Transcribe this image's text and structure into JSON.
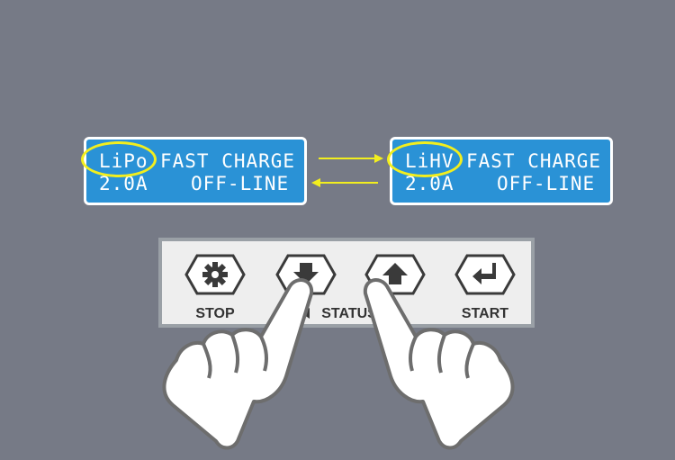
{
  "screen_left": {
    "chemistry": "LiPo",
    "mode": "FAST CHARGE",
    "current": "2.0A",
    "status": "OFF-LINE"
  },
  "screen_right": {
    "chemistry": "LiHV",
    "mode": "FAST CHARGE",
    "current": "2.0A",
    "status": "OFF-LINE"
  },
  "buttons": {
    "stop": "STOP",
    "status": "STATUS",
    "start": "START"
  },
  "colors": {
    "background": "#767a86",
    "lcd": "#2a92d6",
    "highlight": "#f2ee1e",
    "panel": "#eeeeee"
  }
}
